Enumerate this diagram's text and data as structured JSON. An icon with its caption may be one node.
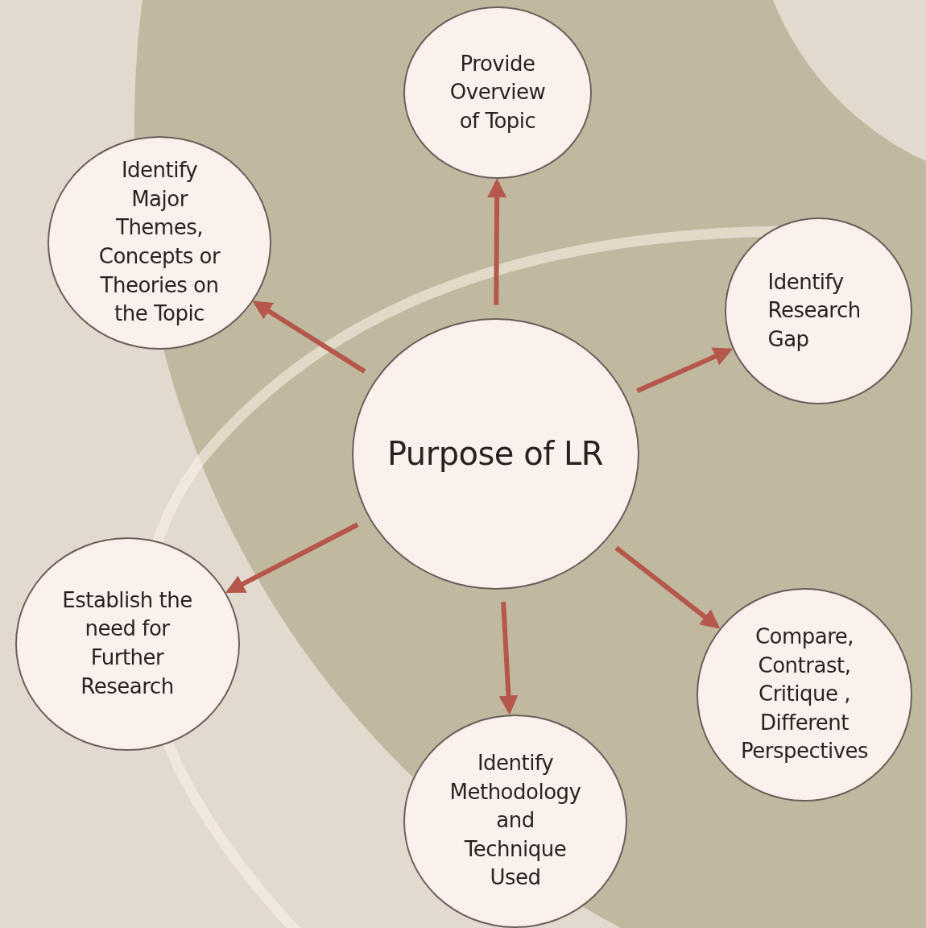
{
  "diagram": {
    "nodes": [
      {
        "text": [
          "Provide Overview of Topic"
        ]
      },
      {
        "text": [
          "Identify Major Themes, Concepts or Theories on the Topic"
        ]
      },
      {
        "text": [
          "Identify Research Gap"
        ]
      },
      {
        "text": [
          "Purpose of LR"
        ]
      },
      {
        "text": [
          "Establish the need for Further Research"
        ]
      },
      {
        "text": [
          "Compare, Contrast, Critique , Different Perspectives"
        ]
      },
      {
        "text": [
          "Identify Methodology and Technique Used"
        ]
      }
    ],
    "edges": [
      {
        "from": 3,
        "to": 0,
        "arrow": "to"
      },
      {
        "from": 3,
        "to": 1,
        "arrow": "to"
      },
      {
        "from": 3,
        "to": 2,
        "arrow": "to"
      },
      {
        "from": 3,
        "to": 4,
        "arrow": "to"
      },
      {
        "from": 3,
        "to": 5,
        "arrow": "to"
      },
      {
        "from": 3,
        "to": 6,
        "arrow": "to"
      }
    ]
  }
}
